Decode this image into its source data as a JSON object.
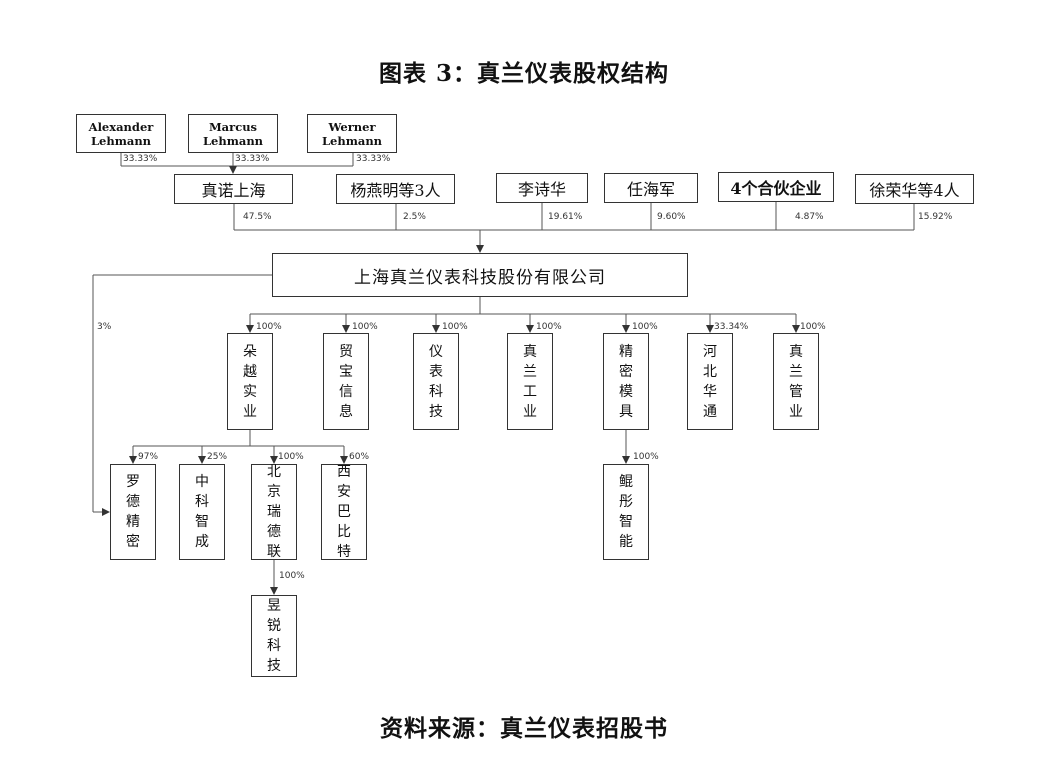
{
  "title": "图表 3：真兰仪表股权结构",
  "source": "资料来源：真兰仪表招股书",
  "top_people": [
    {
      "line1": "Alexander",
      "line2": "Lehmann",
      "pct": "33.33%"
    },
    {
      "line1": "Marcus",
      "line2": "Lehmann",
      "pct": "33.33%"
    },
    {
      "line1": "Werner",
      "line2": "Lehmann",
      "pct": "33.33%"
    }
  ],
  "shareholders": [
    {
      "name": "真诺上海",
      "pct": "47.5%"
    },
    {
      "name": "杨燕明等3人",
      "pct": "2.5%"
    },
    {
      "name": "李诗华",
      "pct": "19.61%"
    },
    {
      "name": "任海军",
      "pct": "9.60%"
    },
    {
      "name": "4个合伙企业",
      "pct": "4.87%"
    },
    {
      "name": "徐荣华等4人",
      "pct": "15.92%"
    }
  ],
  "company": {
    "name": "上海真兰仪表科技股份有限公司",
    "side_pct": "3%"
  },
  "subsidiaries": [
    {
      "name": "朵越实业",
      "pct": "100%"
    },
    {
      "name": "贸宝信息",
      "pct": "100%"
    },
    {
      "name": "仪表科技",
      "pct": "100%"
    },
    {
      "name": "真兰工业",
      "pct": "100%"
    },
    {
      "name": "精密模具",
      "pct": "100%"
    },
    {
      "name": "河北华通",
      "pct": "33.34%"
    },
    {
      "name": "真兰管业",
      "pct": "100%"
    }
  ],
  "level3": [
    {
      "name": "罗德精密",
      "pct": "97%"
    },
    {
      "name": "中科智成",
      "pct": "25%"
    },
    {
      "name": "北京瑞德联",
      "pct": "100%"
    },
    {
      "name": "西安巴比特",
      "pct": "60%"
    }
  ],
  "jingmi_child": {
    "name": "鲲彤智能",
    "pct": "100%"
  },
  "beijing_child": {
    "name": "昱锐科技",
    "pct": "100%"
  }
}
